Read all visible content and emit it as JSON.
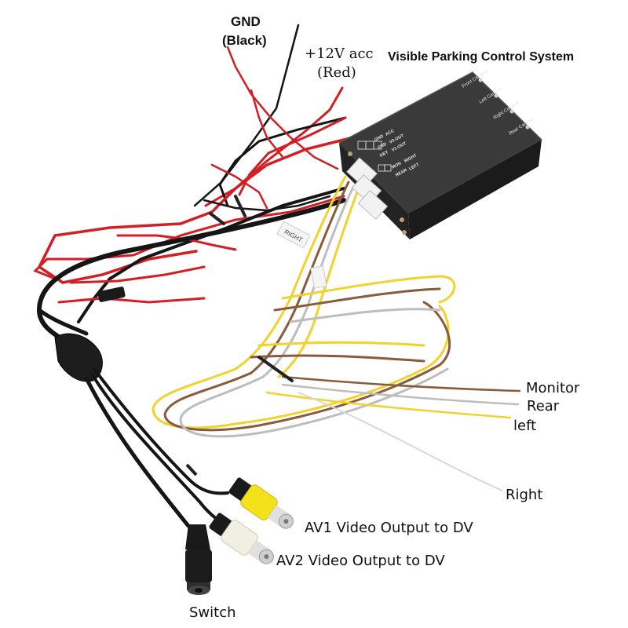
{
  "labels": {
    "gnd_line1": "GND",
    "gnd_line2": "(Black)",
    "acc_line1": "+12V acc",
    "acc_line2": "(Red)",
    "title": "Visible Parking Control System",
    "monitor": "Monitor",
    "rear": "Rear",
    "left": "left",
    "right": "Right",
    "switch": "Switch",
    "av1": "AV1 Video Output to DV",
    "av2": "AV2 Video Output to DV"
  },
  "device": {
    "top_marks": [
      "Front Camera",
      "Left Camera",
      "Right Camera",
      "Rear Camera"
    ],
    "side_marks": [
      "GND",
      "ACC",
      "GND",
      "V2-OUT",
      "KEY",
      "V1-OUT",
      "MON",
      "RIGHT",
      "REAR",
      "LEFT"
    ],
    "wire_tag": "RIGHT"
  },
  "colors": {
    "housing": "#2a2a2a",
    "red_wire": "#d21e24",
    "black_wire": "#151515",
    "yellow_wire": "#f2d22c",
    "brown_wire": "#8a5a3c",
    "grey_wire": "#bdbdbd",
    "rca_yellow": "#f3e21b",
    "rca_white": "#f1efe2"
  }
}
